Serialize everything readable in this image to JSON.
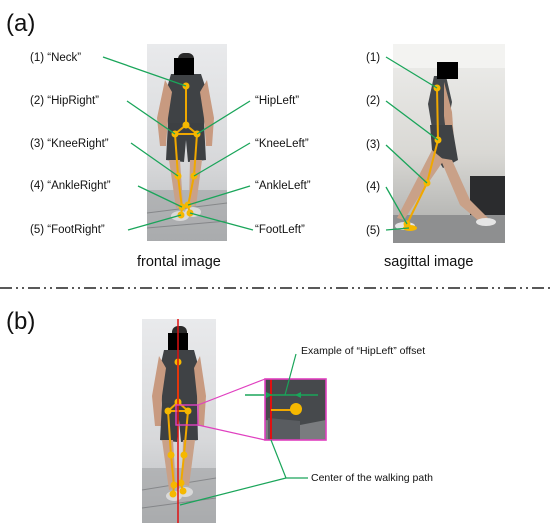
{
  "panel_a": {
    "label": "(a)",
    "frontal_labels": [
      "(1) “Neck”",
      "(2) “HipRight”",
      "(3) “KneeRight”",
      "(4) “AnkleRight”",
      "(5) “FootRight”"
    ],
    "left_labels": [
      "“HipLeft”",
      "“KneeLeft”",
      "“AnkleLeft”",
      "“FootLeft”"
    ],
    "sagittal_numbers": [
      "(1)",
      "(2)",
      "(3)",
      "(4)",
      "(5)"
    ],
    "frontal_caption": "frontal image",
    "sagittal_caption": "sagittal image"
  },
  "panel_b": {
    "label": "(b)",
    "offset_note": "Example of “HipLeft” offset",
    "center_note": "Center of the walking path"
  },
  "colors": {
    "joint": "#f5b800",
    "bone": "#f0a800",
    "leader": "#1aa55a",
    "center_line": "#e01010",
    "zoom_box": "#e040c0",
    "divider": "#222222"
  }
}
